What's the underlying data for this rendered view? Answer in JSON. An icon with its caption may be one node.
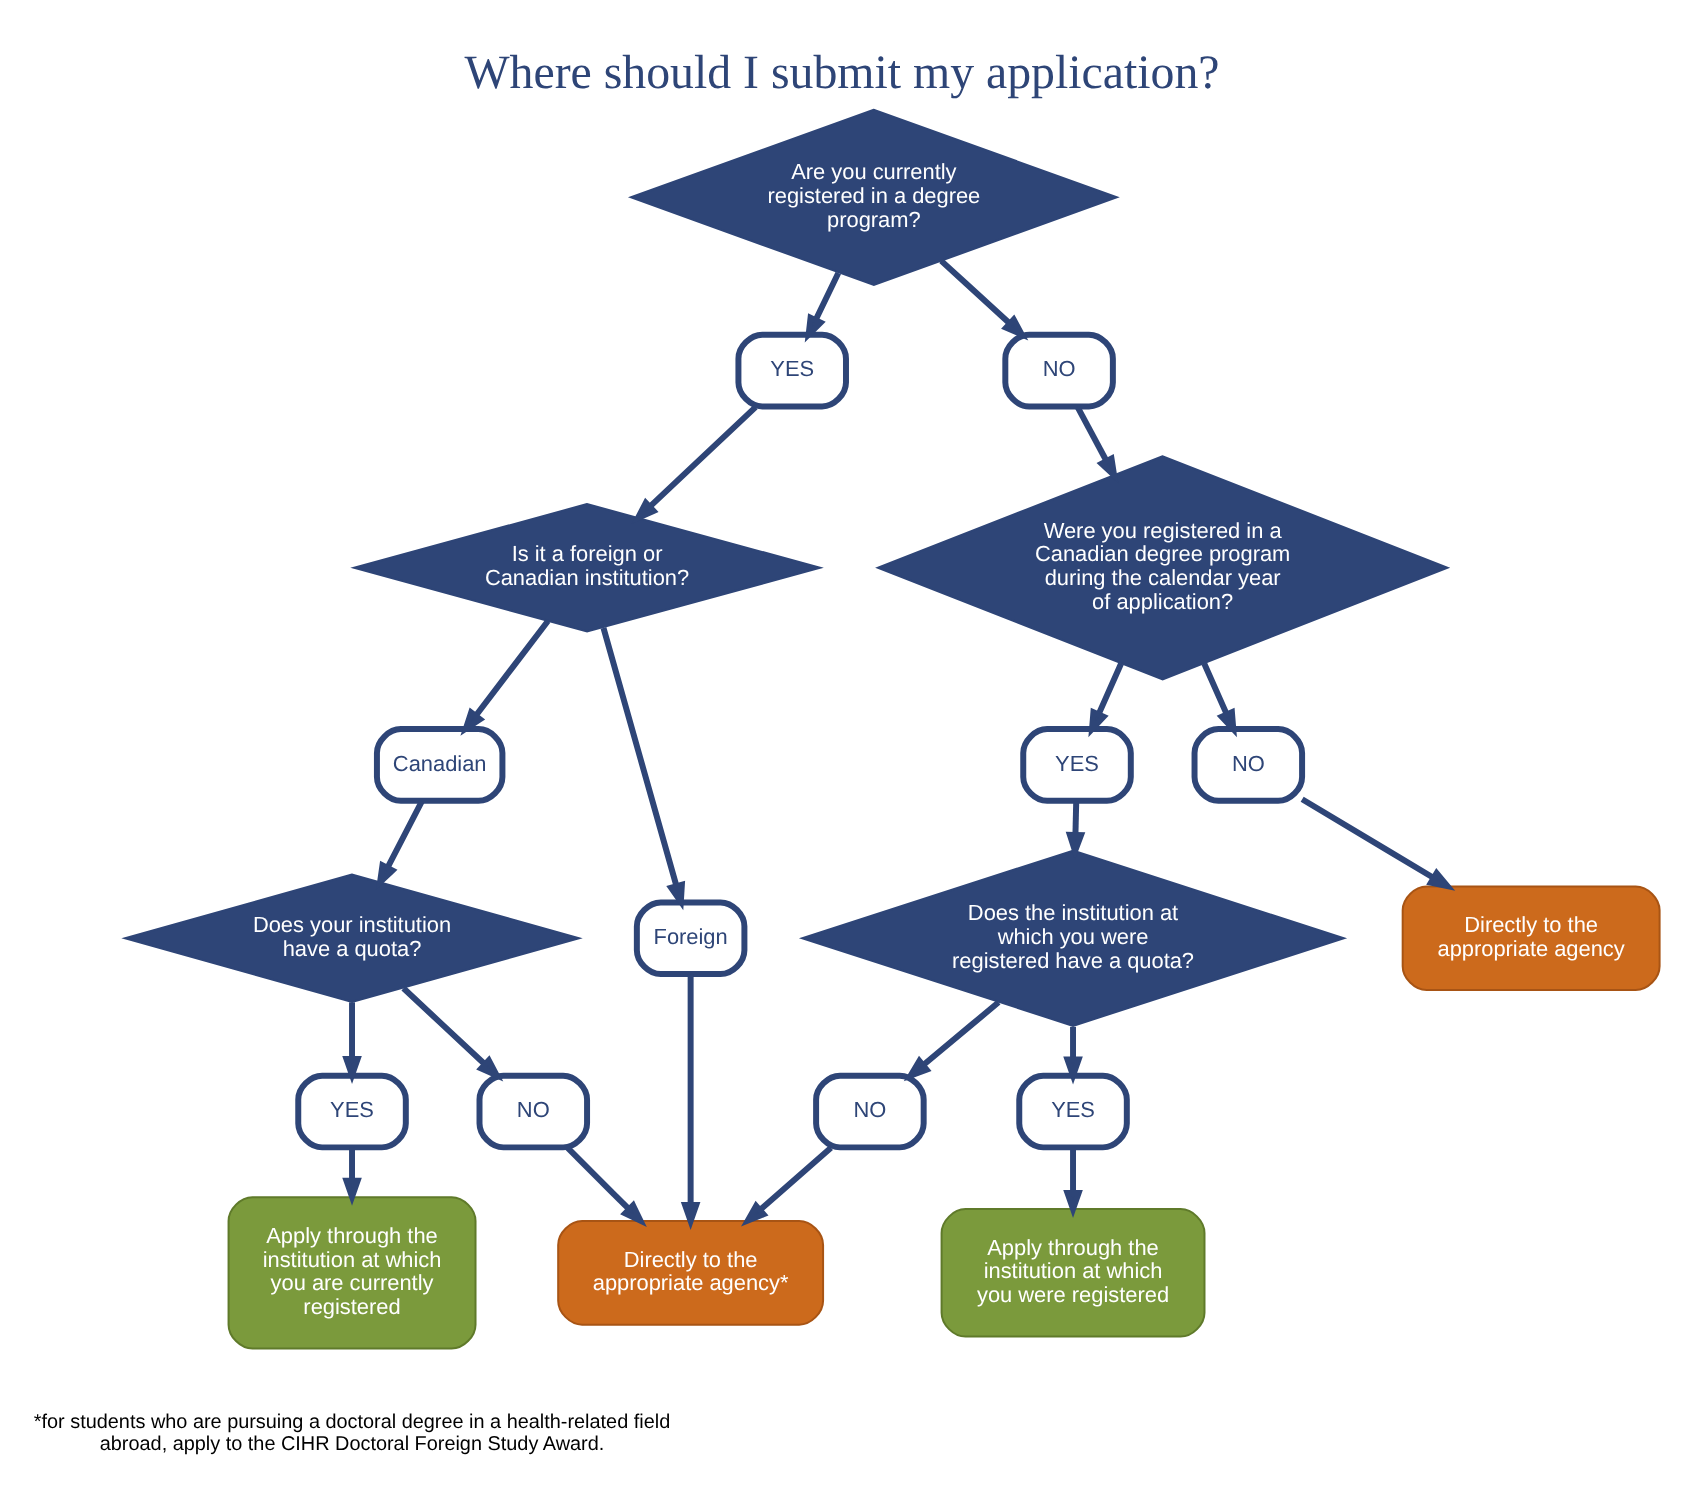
{
  "diagram": {
    "title": "Where should I submit my application?",
    "nodes": [
      {
        "text": [
          "Are you currently registered in a degree program?"
        ]
      },
      {
        "text": [
          "YES"
        ]
      },
      {
        "text": [
          "NO"
        ]
      },
      {
        "text": [
          "Is it a foreign or Canadian institution?"
        ]
      },
      {
        "text": [
          "Canadian"
        ]
      },
      {
        "text": [
          "Foreign"
        ]
      },
      {
        "text": [
          "Were you registered in a Canadian degree program during the calendar year of application?"
        ]
      },
      {
        "text": [
          "Does your institution have a quota?"
        ]
      },
      {
        "text": [
          "NO"
        ]
      },
      {
        "text": [
          "Directly to the appropriate agency*"
        ]
      },
      {
        "text": [
          "YES"
        ]
      },
      {
        "text": [
          "NO"
        ]
      },
      {
        "text": [
          "YES"
        ]
      },
      {
        "text": [
          "NO"
        ]
      },
      {
        "text": [
          "Does the institution at which you were registered have a quota?"
        ]
      },
      {
        "text": [
          "Directly to the appropriate agency"
        ]
      },
      {
        "text": [
          "Apply through the institution at which you are currently registered"
        ]
      },
      {
        "text": [
          "YES"
        ]
      },
      {
        "text": [
          "Apply through the institution at which you were registered"
        ]
      }
    ],
    "edges": [
      {
        "from": 0,
        "to": 1,
        "arrow": "to"
      },
      {
        "from": 0,
        "to": 2,
        "arrow": "to"
      },
      {
        "from": 1,
        "to": 3,
        "arrow": "to"
      },
      {
        "from": 2,
        "to": 6,
        "arrow": "to"
      },
      {
        "from": 3,
        "to": 4,
        "arrow": "to"
      },
      {
        "from": 3,
        "to": 5,
        "arrow": "to"
      },
      {
        "from": 4,
        "to": 7,
        "arrow": "to"
      },
      {
        "from": 5,
        "to": 9,
        "arrow": "to"
      },
      {
        "from": 7,
        "to": 8,
        "arrow": "to"
      },
      {
        "from": 8,
        "to": 9,
        "arrow": "to"
      },
      {
        "from": 7,
        "to": 12,
        "arrow": "to"
      },
      {
        "from": 12,
        "to": 16,
        "arrow": "to"
      },
      {
        "from": 6,
        "to": 10,
        "arrow": "to"
      },
      {
        "from": 6,
        "to": 11,
        "arrow": "to"
      },
      {
        "from": 10,
        "to": 14,
        "arrow": "to"
      },
      {
        "from": 11,
        "to": 15,
        "arrow": "to"
      },
      {
        "from": 14,
        "to": 13,
        "arrow": "to"
      },
      {
        "from": 13,
        "to": 9,
        "arrow": "to"
      },
      {
        "from": 14,
        "to": 17,
        "arrow": "to"
      },
      {
        "from": 17,
        "to": 18,
        "arrow": "to"
      }
    ],
    "labels": [
      "*for students who are pursuing a doctoral degree in a health-related field abroad, apply to the CIHR Doctoral Foreign Study Award."
    ]
  }
}
